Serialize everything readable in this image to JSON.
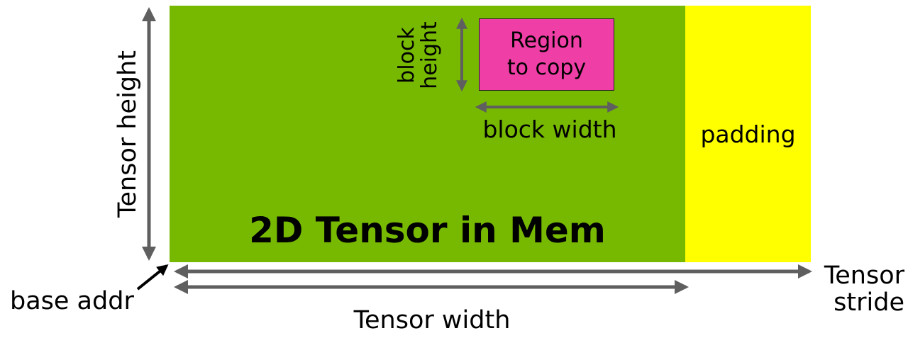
{
  "diagram": {
    "title": "2D Tensor in Mem",
    "region": {
      "line1": "Region",
      "line2": "to copy"
    },
    "padding_label": "padding",
    "block_width_label": "block width",
    "block_height_label": {
      "line1": "block",
      "line2": "height"
    },
    "tensor_height_label": "Tensor height",
    "tensor_width_label": "Tensor width",
    "tensor_stride_label": {
      "line1": "Tensor",
      "line2": "stride"
    },
    "base_addr_label": "base addr",
    "colors": {
      "tensor": "#76b900",
      "padding": "#ffff00",
      "region": "#ef3fa6",
      "arrow": "#5f5f5f",
      "pointer": "#000000"
    }
  }
}
